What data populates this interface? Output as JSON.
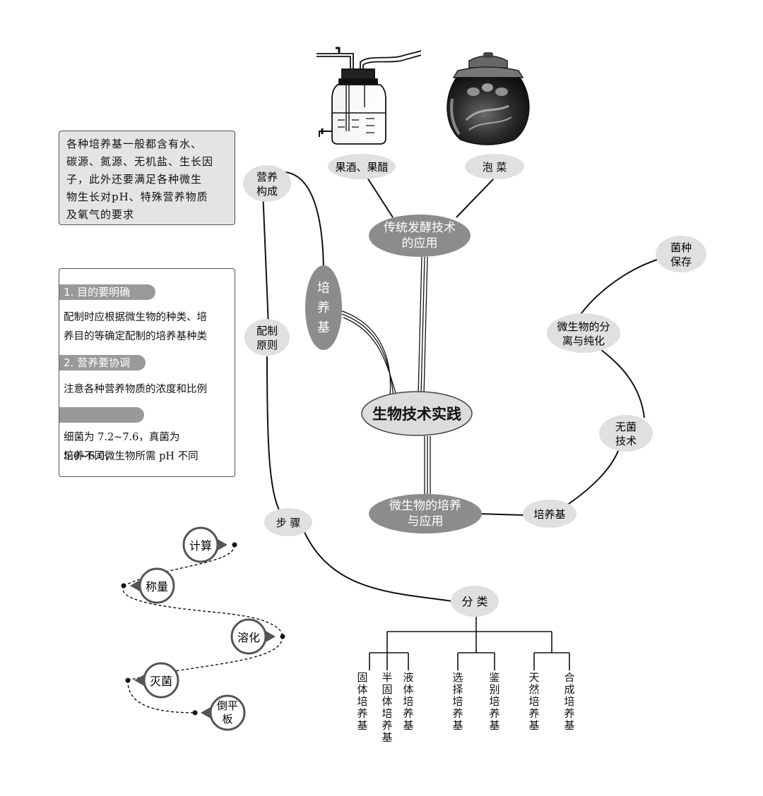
{
  "center": "生物技术实践",
  "branch_fermentation": {
    "line1": "传统发酵技术",
    "line2": "的应用"
  },
  "branch_micro": {
    "line1": "微生物的培养",
    "line2": "与应用"
  },
  "branch_medium": {
    "c1": "培",
    "c2": "养",
    "c3": "基"
  },
  "wine_node": "果酒、果醋",
  "kimchi_node": "泡 菜",
  "nutrition_node": {
    "line1": "营养",
    "line2": "构成"
  },
  "principle_node": {
    "line1": "配制",
    "line2": "原则"
  },
  "steps_node": "步 骤",
  "classify_node": "分 类",
  "culture_node": "培养基",
  "sterile_node": {
    "line1": "无菌",
    "line2": "技术"
  },
  "isolation_node": {
    "line1": "微生物的分",
    "line2": "离与纯化"
  },
  "preserve_node": {
    "line1": "菌种",
    "line2": "保存"
  },
  "info_box": {
    "lines": [
      "各种培养基一般都含有水、",
      "碳源、氮源、无机盐、生长因",
      "子，此外还要满足各种微生",
      "物生长对pH、特殊营养物质",
      "及氧气的要求"
    ]
  },
  "principles": {
    "h1": "1. 目的要明确",
    "t1a": "配制时应根据微生物的种类、培",
    "t1b": "养目的等确定配制的培养基种类",
    "h2": "2. 营养要协调",
    "t2": "注意各种营养物质的浓度和比例",
    "t3a": "细菌为 7.2~7.6，真菌为 5.0~6.0，",
    "t3b": "培养不同微生物所需 pH 不同"
  },
  "steps": [
    "计算",
    "称量",
    "溶化",
    "灭菌",
    "倒平板"
  ],
  "categories": [
    "固体培养基",
    "半固体培养基",
    "液体培养基",
    "选择培养基",
    "鉴别培养基",
    "天然培养基",
    "合成培养基"
  ],
  "colors": {
    "dark_node": "#8c8c8c",
    "light_node": "#e0e0e0",
    "center_node": "#dcdcdc",
    "line": "#111111"
  }
}
